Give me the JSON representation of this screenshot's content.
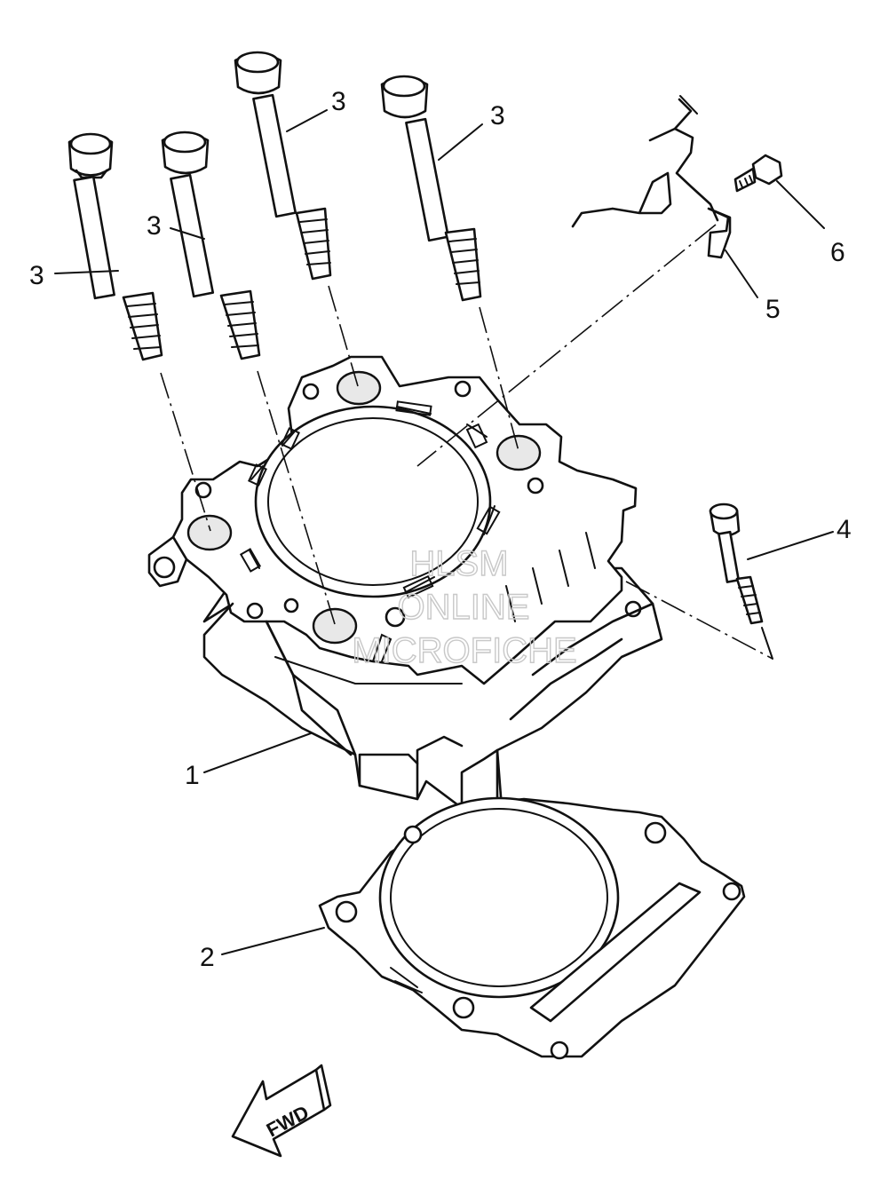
{
  "callouts": {
    "c1": "1",
    "c2": "2",
    "c3a": "3",
    "c3b": "3",
    "c3c": "3",
    "c3d": "3",
    "c4": "4",
    "c5": "5",
    "c6": "6"
  },
  "watermark": {
    "line1": "HLSM",
    "line2": "ONLINE",
    "line3": "MICROFICHE"
  },
  "direction_arrow": {
    "label": "FWD"
  }
}
